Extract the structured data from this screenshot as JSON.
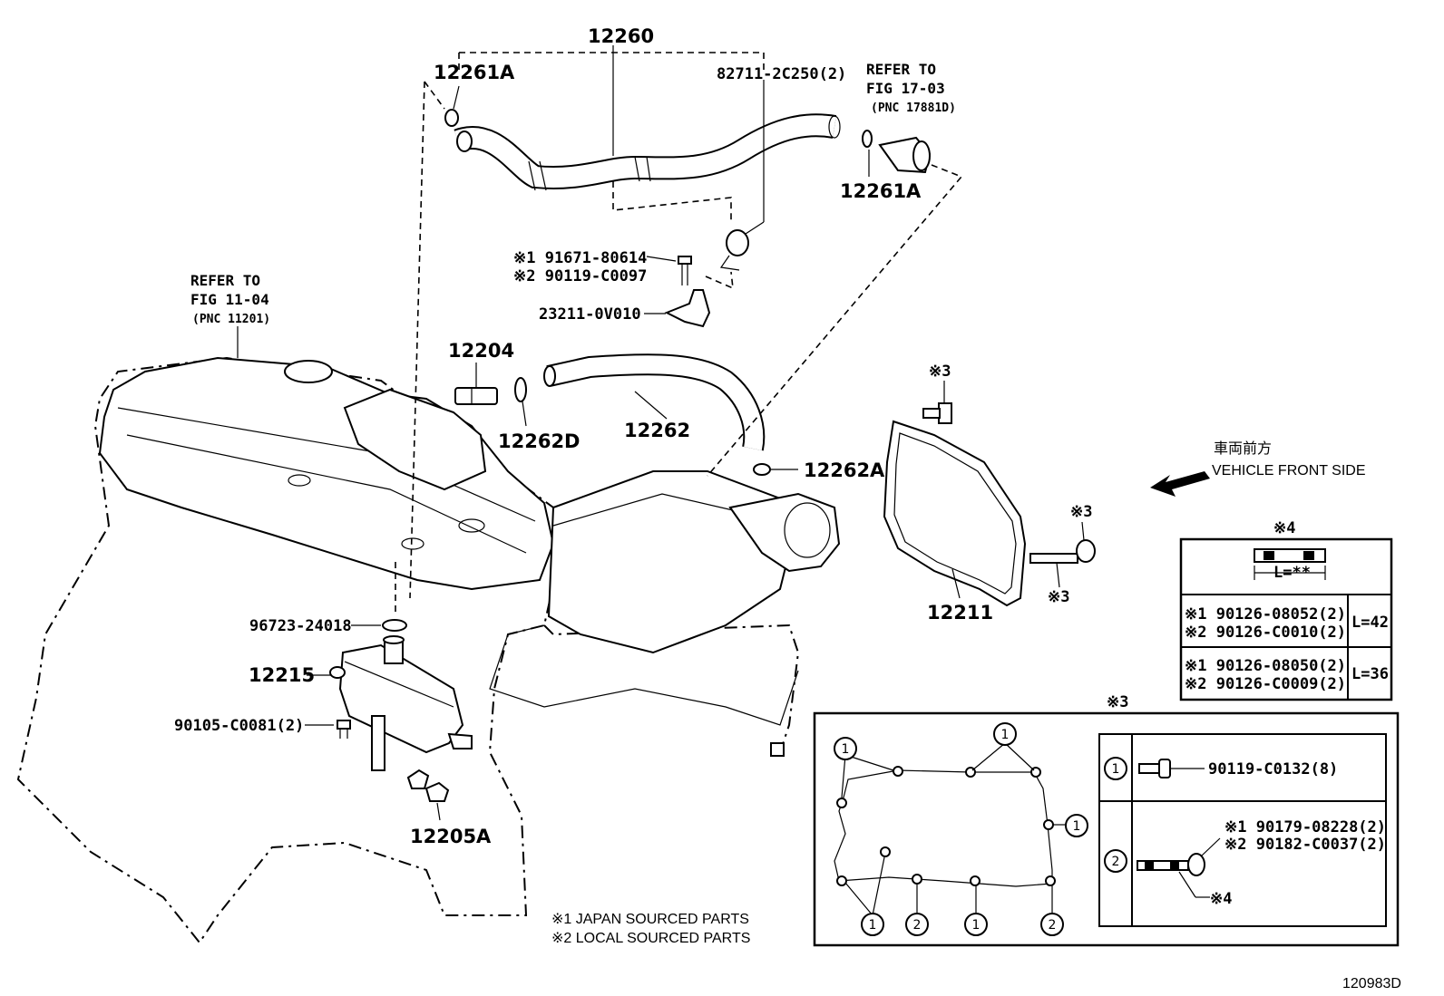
{
  "labels": {
    "p12260": "12260",
    "p12261a_top": "12261A",
    "p82711": "82711-2C250(2)",
    "refer17_line1": "REFER TO",
    "refer17_line2": "FIG 17-03",
    "refer17_line3": "(PNC 17881D)",
    "p12261a_right": "12261A",
    "p91671": "※1 91671-80614",
    "p90119_c0097": "※2 90119-C0097",
    "p23211": "23211-0V010",
    "refer11_line1": "REFER TO",
    "refer11_line2": "FIG 11-04",
    "refer11_line3": "(PNC 11201)",
    "p12204": "12204",
    "p12262d": "12262D",
    "p12262": "12262",
    "p12262a": "12262A",
    "p96723": "96723-24018",
    "p12215": "12215",
    "p90105": "90105-C0081(2)",
    "p12205a": "12205A",
    "p12211": "12211",
    "mark3_top": "※3",
    "mark3_right_a": "※3",
    "mark3_right_b": "※3",
    "vehicle_front_jp": "車両前方",
    "vehicle_front_en": "VEHICLE FRONT SIDE",
    "note1": "※1 JAPAN SOURCED PARTS",
    "note2": "※2 LOCAL SOURCED PARTS",
    "figure_id": "120983D"
  },
  "table4": {
    "title": "※4",
    "len_label": "L=**",
    "rows": [
      {
        "line1": "※1 90126-08052(2)",
        "line2": "※2 90126-C0010(2)",
        "length": "L=42"
      },
      {
        "line1": "※1 90126-08050(2)",
        "line2": "※2 90126-C0009(2)",
        "length": "L=36"
      }
    ]
  },
  "table3": {
    "title": "※3",
    "row1_num": "1",
    "row1_part": "90119-C0132(8)",
    "row2_num": "2",
    "row2_part1": "※1 90179-08228(2)",
    "row2_part2": "※2 90182-C0037(2)",
    "row2_ref": "※4"
  },
  "gasket_callouts": [
    "1",
    "1",
    "1",
    "1",
    "2",
    "1",
    "2"
  ]
}
